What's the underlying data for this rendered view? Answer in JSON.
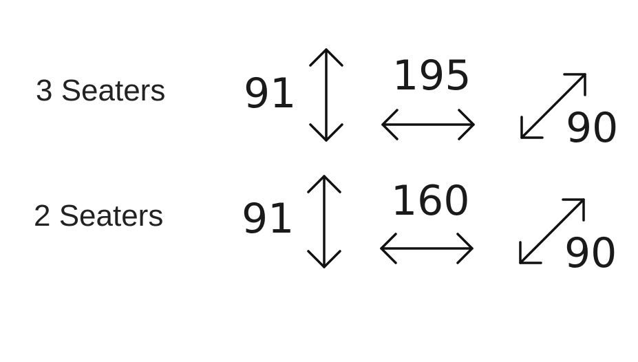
{
  "rows": [
    {
      "label": "3 Seaters",
      "height": "91",
      "width": "195",
      "depth": "90"
    },
    {
      "label": "2 Seaters",
      "height": "91",
      "width": "160",
      "depth": "90"
    }
  ]
}
